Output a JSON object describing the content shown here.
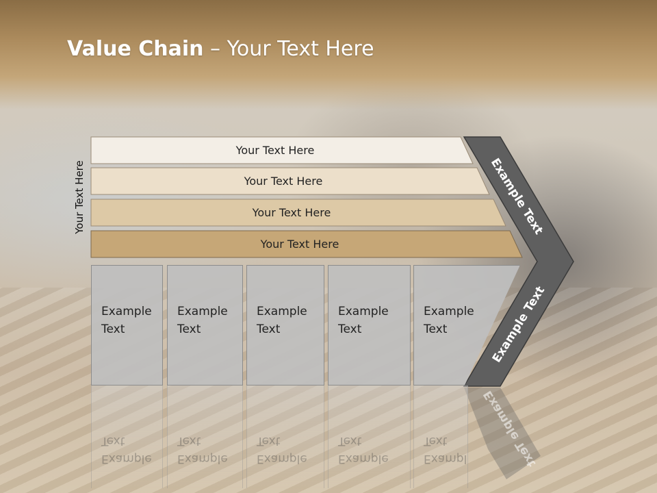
{
  "slide": {
    "title_bold": "Value Chain",
    "title_rest": " – Your Text Here",
    "side_label": "Your Text Here"
  },
  "bars": [
    {
      "label": "Your Text Here",
      "color": "#f3eee6"
    },
    {
      "label": "Your Text Here",
      "color": "#ecdfca"
    },
    {
      "label": "Your Text Here",
      "color": "#ddc9a6"
    },
    {
      "label": "Your Text Here",
      "color": "#c6a777"
    }
  ],
  "cells": [
    {
      "line1": "Example",
      "line2": "Text"
    },
    {
      "line1": "Example",
      "line2": "Text"
    },
    {
      "line1": "Example",
      "line2": "Text"
    },
    {
      "line1": "Example",
      "line2": "Text"
    },
    {
      "line1": "Example",
      "line2": "Text"
    }
  ],
  "chevron": {
    "top_text": "Example Text",
    "bottom_text": "Example Text",
    "color": "#5f5f5f",
    "outline": "#3a3a3a"
  },
  "colors": {
    "header": "#ab8a5c",
    "cell_fill": "#bebebe"
  }
}
